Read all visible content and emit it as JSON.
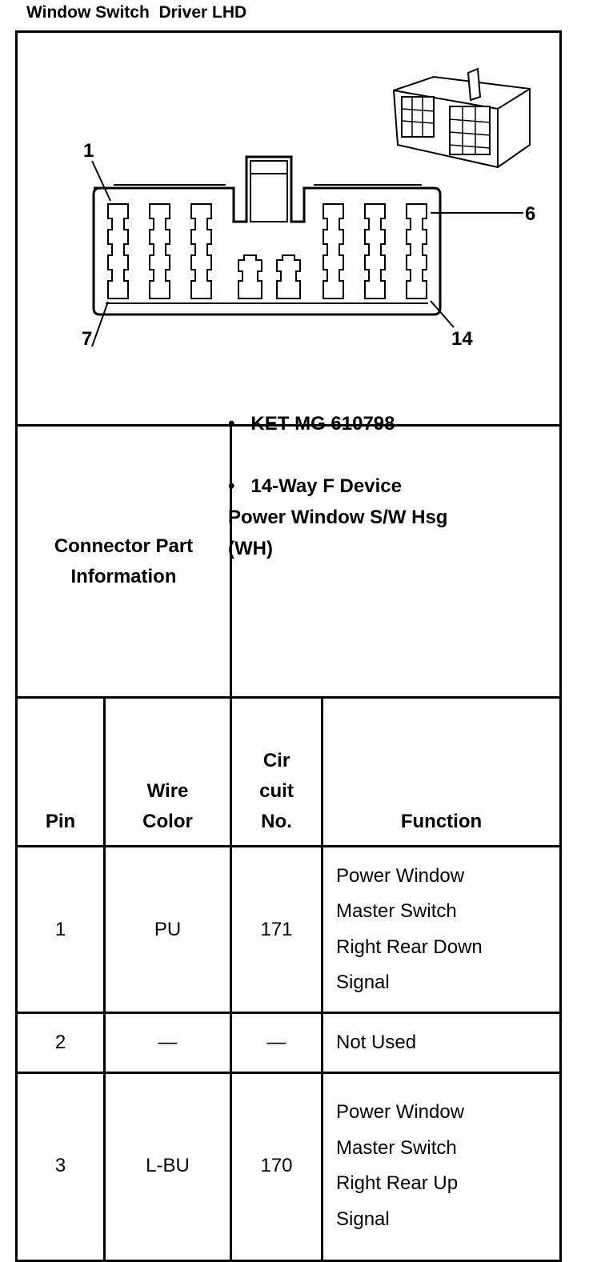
{
  "header": {
    "title": "Window Switch  Driver LHD"
  },
  "diagram": {
    "pin_labels": {
      "p1": "1",
      "p6": "6",
      "p7": "7",
      "p14": "14"
    }
  },
  "connector_info": {
    "label_line1": "Connector Part",
    "label_line2": "Information",
    "part_number": "KET MG 610798",
    "desc_line1": "14-Way F Device",
    "desc_line2": "Power Window S/W Hsg",
    "desc_line3": "(WH)"
  },
  "table": {
    "headers": {
      "pin": "Pin",
      "wire_color_1": "Wire",
      "wire_color_2": "Color",
      "circuit_1": "Cir",
      "circuit_2": "cuit",
      "circuit_3": "No.",
      "function": "Function"
    },
    "rows": [
      {
        "pin": "1",
        "wire": "PU",
        "circuit": "171",
        "function": [
          "Power Window",
          "Master Switch",
          "Right Rear Down",
          "Signal"
        ]
      },
      {
        "pin": "2",
        "wire": "—",
        "circuit": "—",
        "function": [
          "Not Used"
        ]
      },
      {
        "pin": "3",
        "wire": "L-BU",
        "circuit": "170",
        "function": [
          "Power Window",
          "Master Switch",
          "Right Rear Up",
          "Signal"
        ]
      }
    ]
  }
}
